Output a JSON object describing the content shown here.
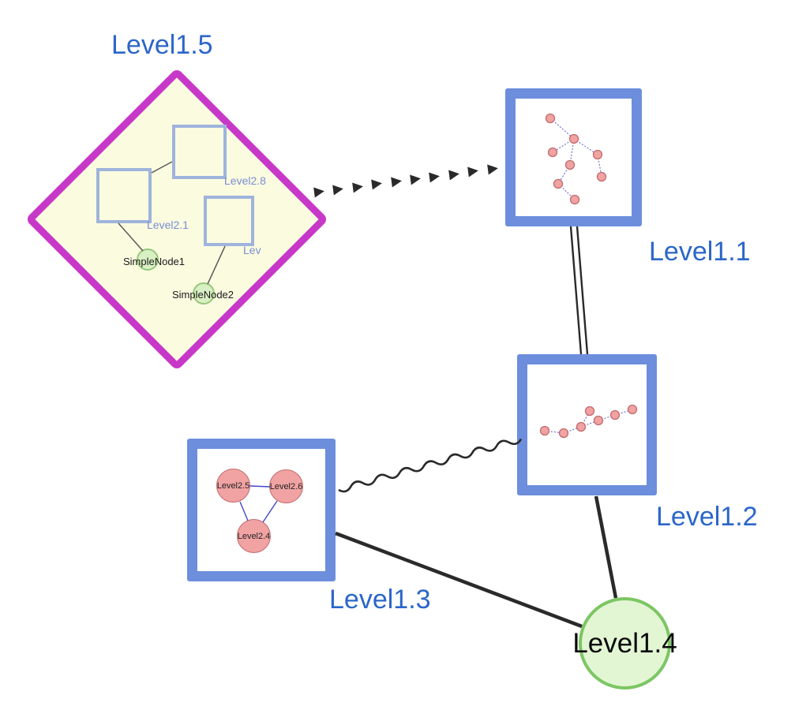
{
  "diagram": {
    "colors": {
      "label_blue": "#2b66c9",
      "group_border": "#6c8edc",
      "diamond_border": "#c838c8",
      "diamond_fill": "#fbfbe0",
      "inner_square_border": "#9fb4dc",
      "inner_label_blue": "#7a8ed1",
      "green_fill_small": "#d9efc4",
      "green_border_small": "#97c87b",
      "green_fill_large": "#e3f6d4",
      "green_border_large": "#7cc663",
      "pink_fill": "#f1a3a3",
      "pink_border": "#c26b6b",
      "edge_dark": "#2a2a2a",
      "mini_edge": "#5a5ad0",
      "triangle_edge": "#4444cc"
    },
    "nodes": {
      "level15": {
        "label": "Level1.5",
        "shape": "diamond-group"
      },
      "level11": {
        "label": "Level1.1",
        "shape": "square-group"
      },
      "level12": {
        "label": "Level1.2",
        "shape": "square-group"
      },
      "level13": {
        "label": "Level1.3",
        "shape": "square-group"
      },
      "level14": {
        "label": "Level1.4",
        "shape": "circle"
      }
    },
    "level15_children": {
      "square_a": {
        "label": "Level2.8",
        "shape": "square"
      },
      "square_b": {
        "label": "Level2.1",
        "shape": "square"
      },
      "square_c": {
        "label": "Lev",
        "shape": "square"
      },
      "simple1": {
        "label": "SimpleNode1",
        "shape": "circle"
      },
      "simple2": {
        "label": "SimpleNode2",
        "shape": "circle"
      }
    },
    "level13_children": {
      "c1": {
        "label": "Level2.5",
        "shape": "circle"
      },
      "c2": {
        "label": "Level2.6",
        "shape": "circle"
      },
      "c3": {
        "label": "Level2.4",
        "shape": "circle"
      }
    },
    "edges": [
      {
        "from": "Level1.5",
        "to": "Level1.1",
        "style": "dashed-arrowheads"
      },
      {
        "from": "Level1.1",
        "to": "Level1.2",
        "style": "double-parallel-line"
      },
      {
        "from": "Level1.3",
        "to": "Level1.2",
        "style": "wavy-line"
      },
      {
        "from": "Level1.3",
        "to": "Level1.4",
        "style": "solid-line"
      },
      {
        "from": "Level1.2",
        "to": "Level1.4",
        "style": "solid-line"
      },
      {
        "from": "Level2.1",
        "to": "Level2.8",
        "style": "solid-thin"
      },
      {
        "from": "Level2.1",
        "to": "SimpleNode1",
        "style": "solid-thin"
      },
      {
        "from": "Lev",
        "to": "SimpleNode2",
        "style": "solid-thin"
      },
      {
        "from": "Level2.5",
        "to": "Level2.6",
        "style": "solid-thin"
      },
      {
        "from": "Level2.5",
        "to": "Level2.4",
        "style": "solid-thin"
      },
      {
        "from": "Level2.6",
        "to": "Level2.4",
        "style": "solid-thin"
      }
    ]
  }
}
